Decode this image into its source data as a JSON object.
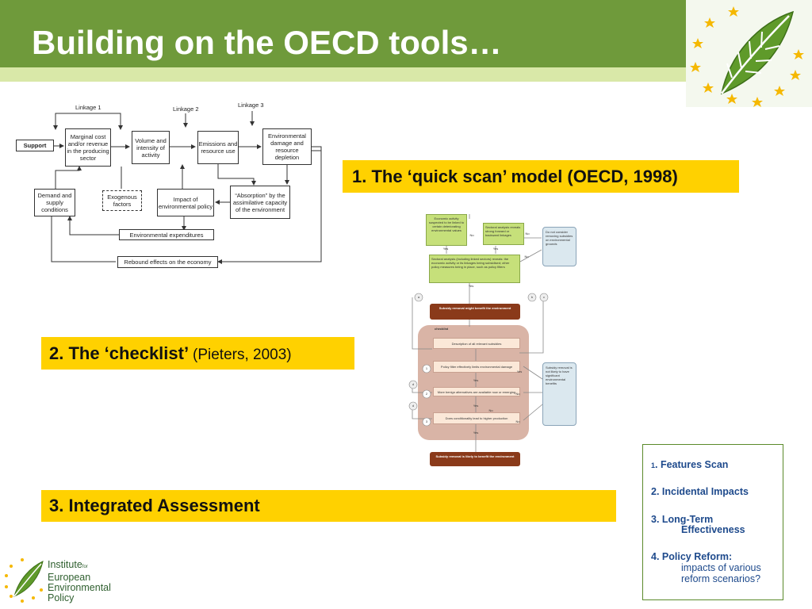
{
  "slide": {
    "title": "Building on the OECD tools…"
  },
  "callouts": {
    "one": "1. The ‘quick scan’ model (OECD, 1998)",
    "two_main": "2. The ‘checklist’",
    "two_sub": "(Pieters, 2003)",
    "three": "3. Integrated Assessment"
  },
  "quick_scan": {
    "linkage1": "Linkage 1",
    "linkage2": "Linkage 2",
    "linkage3": "Linkage 3",
    "support": "Support",
    "marginal": "Marginal cost and/or revenue in the producing sector",
    "volume": "Volume and intensity of activity",
    "emissions": "Emissions and resource use",
    "damage": "Environmental damage and resource depletion",
    "demand": "Demand and supply conditions",
    "exogenous": "Exogenous factors",
    "impact_policy": "Impact of environmental policy",
    "absorption": "“Absorption” by the assimilative capacity of the environment",
    "expenditures": "Environmental expenditures",
    "rebound": "Rebound effects on the economy"
  },
  "checklist": {
    "start": "Economic activity suspected to be linked to certain deteriorating environmental values",
    "sectoral1": "Sectoral analysis reveals strong forward or backward linkages",
    "sectoral2": "Sectoral analysis (including linked sectors) reveals: the economic activity or its linkages being subsidised; other policy measures being in place, such as policy filters",
    "no_consider": "Do not consider removing subsidies on environmental grounds",
    "yes": "Yes",
    "no": "No",
    "might_benefit": "Subsidy removal might benefit the environment",
    "checklist_label": "checklist",
    "describe": "Description of all relevant subsidies",
    "q1": "Policy filter effectively limits environmental damage",
    "q2": "More benign alternatives are available now or emerging",
    "q3": "Does conditionality lead to higher production",
    "not_likely": "Subsidy removal is not likely to have significant environmental benefits",
    "likely": "Subsidy removal is likely to benefit the environment",
    "marker_a": "a",
    "marker_b": "b",
    "marker_c": "c",
    "marker_d": "d",
    "n1": "1",
    "n2": "2",
    "n3": "3"
  },
  "legend": {
    "i1_num": "1",
    "i1": ". Features Scan",
    "i2": "2. Incidental Impacts",
    "i3a": "3. Long-Term",
    "i3b": "Effectiveness",
    "i4a": "4. Policy Reform:",
    "i4b": "impacts of various",
    "i4c": "reform scenarios?"
  },
  "institute": {
    "line1": "Institute",
    "for": "for",
    "line2": "European",
    "line3": "Environmental",
    "line4": "Policy"
  },
  "colors": {
    "header_green": "#6f9a3b",
    "callout_yellow": "#ffd100",
    "legend_blue": "#1e4a8c",
    "star_yellow": "#f5b800"
  }
}
